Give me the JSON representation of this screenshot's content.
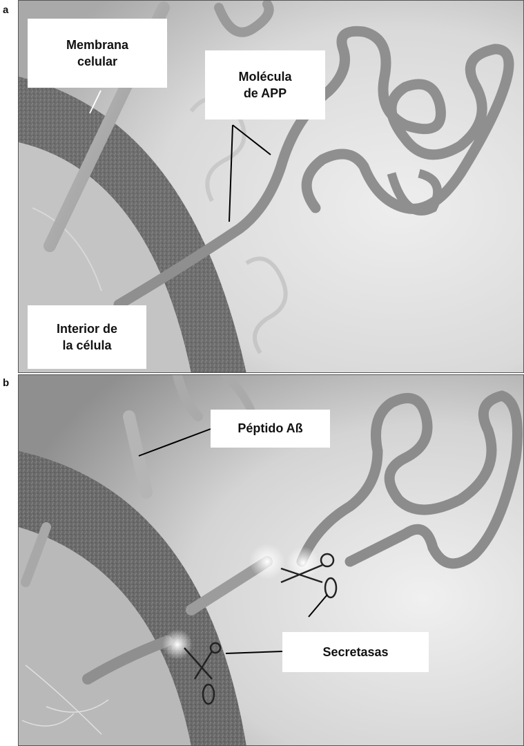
{
  "panels": [
    {
      "letter": "a",
      "labels": {
        "membrane": "Membrana\ncelular",
        "app_molecule": "Molécula\nde APP",
        "interior": "Interior de\nla célula"
      }
    },
    {
      "letter": "b",
      "labels": {
        "peptide": "Péptido Aß",
        "secretases": "Secretasas"
      }
    }
  ]
}
